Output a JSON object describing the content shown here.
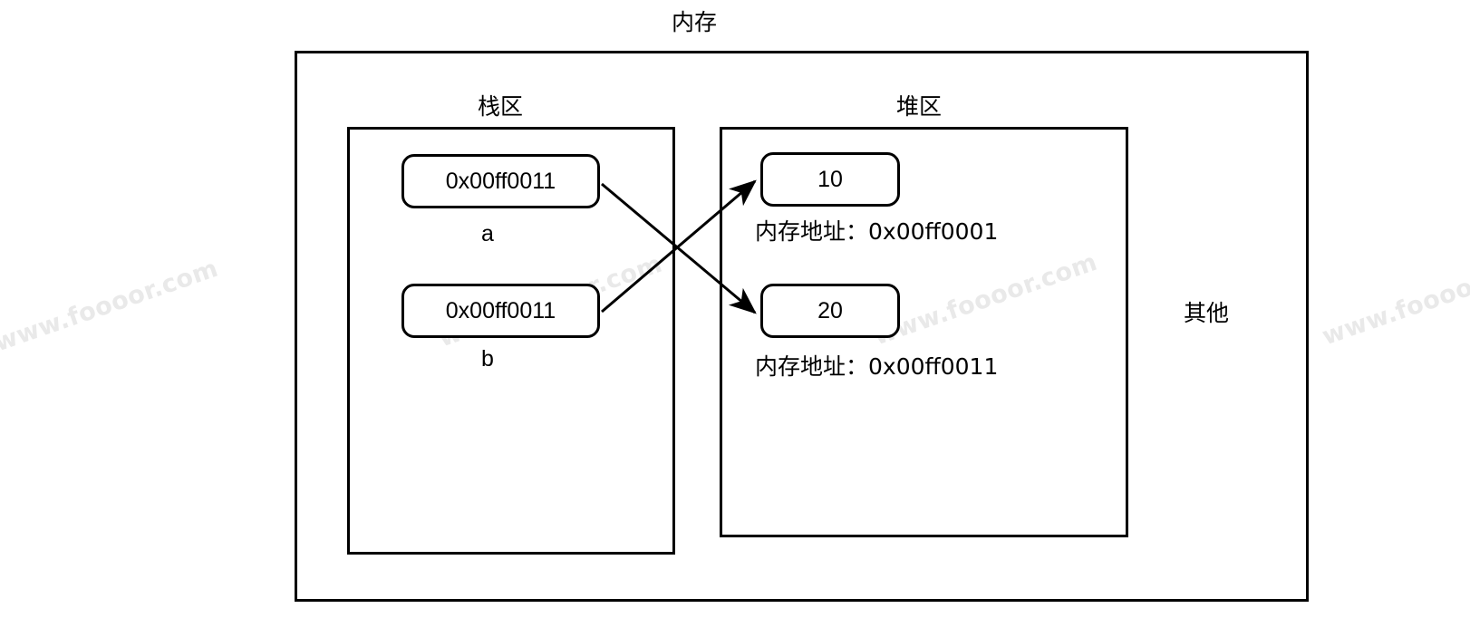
{
  "diagram": {
    "title": "内存",
    "watermark_text": "www.foooor.com",
    "regions": {
      "stack": {
        "label": "栈区"
      },
      "heap": {
        "label": "堆区"
      },
      "other": {
        "label": "其他"
      }
    },
    "stack_variables": [
      {
        "value": "0x00ff0011",
        "name": "a"
      },
      {
        "value": "0x00ff0011",
        "name": "b"
      }
    ],
    "heap_objects": [
      {
        "value": "10",
        "address_label": "内存地址：0x00ff0001"
      },
      {
        "value": "20",
        "address_label": "内存地址：0x00ff0011"
      }
    ],
    "pointers": [
      {
        "from": "a",
        "to": "20"
      },
      {
        "from": "b",
        "to": "10"
      }
    ],
    "colors": {
      "stroke": "#000000",
      "background": "#ffffff",
      "watermark": "#e9e9e9"
    }
  }
}
